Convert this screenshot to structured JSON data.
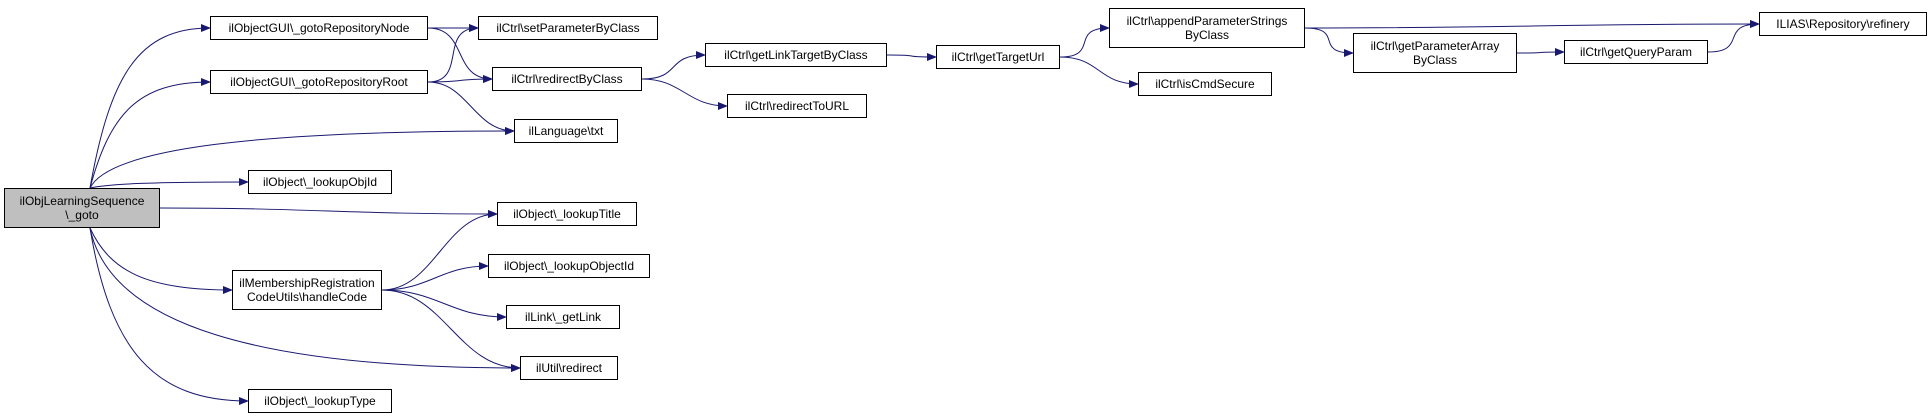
{
  "colors": {
    "edge": "#191970",
    "node_border": "#000000",
    "node_fill": "#ffffff",
    "root_fill": "#bfbfbf"
  },
  "nodes": [
    {
      "id": "goto",
      "label": "ilObjLearningSequence\n\\_goto",
      "root": true
    },
    {
      "id": "gotoRepoNode",
      "label": "ilObjectGUI\\_gotoRepositoryNode"
    },
    {
      "id": "gotoRepoRoot",
      "label": "ilObjectGUI\\_gotoRepositoryRoot"
    },
    {
      "id": "langTxt",
      "label": "ilLanguage\\txt"
    },
    {
      "id": "lookupObjId",
      "label": "ilObject\\_lookupObjId"
    },
    {
      "id": "lookupTitle",
      "label": "ilObject\\_lookupTitle"
    },
    {
      "id": "handleCode",
      "label": "ilMembershipRegistration\nCodeUtils\\handleCode"
    },
    {
      "id": "utilRedirect",
      "label": "ilUtil\\redirect"
    },
    {
      "id": "lookupType",
      "label": "ilObject\\_lookupType"
    },
    {
      "id": "setParam",
      "label": "ilCtrl\\setParameterByClass"
    },
    {
      "id": "redirectByClass",
      "label": "ilCtrl\\redirectByClass"
    },
    {
      "id": "lookupObjectId",
      "label": "ilObject\\_lookupObjectId"
    },
    {
      "id": "getLink",
      "label": "ilLink\\_getLink"
    },
    {
      "id": "getLinkTarget",
      "label": "ilCtrl\\getLinkTargetByClass"
    },
    {
      "id": "redirectToURL",
      "label": "ilCtrl\\redirectToURL"
    },
    {
      "id": "getTargetUrl",
      "label": "ilCtrl\\getTargetUrl"
    },
    {
      "id": "appendParam",
      "label": "ilCtrl\\appendParameterStrings\nByClass"
    },
    {
      "id": "isCmdSecure",
      "label": "ilCtrl\\isCmdSecure"
    },
    {
      "id": "getParamArray",
      "label": "ilCtrl\\getParameterArray\nByClass"
    },
    {
      "id": "getQueryParam",
      "label": "ilCtrl\\getQueryParam"
    },
    {
      "id": "refinery",
      "label": "ILIAS\\Repository\\refinery"
    }
  ],
  "edges": [
    [
      "goto",
      "gotoRepoNode"
    ],
    [
      "goto",
      "gotoRepoRoot"
    ],
    [
      "goto",
      "langTxt"
    ],
    [
      "goto",
      "lookupObjId"
    ],
    [
      "goto",
      "lookupTitle"
    ],
    [
      "goto",
      "handleCode"
    ],
    [
      "goto",
      "utilRedirect"
    ],
    [
      "goto",
      "lookupType"
    ],
    [
      "gotoRepoNode",
      "setParam"
    ],
    [
      "gotoRepoNode",
      "redirectByClass"
    ],
    [
      "gotoRepoRoot",
      "setParam"
    ],
    [
      "gotoRepoRoot",
      "redirectByClass"
    ],
    [
      "gotoRepoRoot",
      "langTxt"
    ],
    [
      "redirectByClass",
      "getLinkTarget"
    ],
    [
      "redirectByClass",
      "redirectToURL"
    ],
    [
      "getLinkTarget",
      "getTargetUrl"
    ],
    [
      "getTargetUrl",
      "appendParam"
    ],
    [
      "getTargetUrl",
      "isCmdSecure"
    ],
    [
      "appendParam",
      "refinery"
    ],
    [
      "appendParam",
      "getParamArray"
    ],
    [
      "getParamArray",
      "getQueryParam"
    ],
    [
      "getQueryParam",
      "refinery"
    ],
    [
      "handleCode",
      "lookupTitle"
    ],
    [
      "handleCode",
      "lookupObjectId"
    ],
    [
      "handleCode",
      "getLink"
    ],
    [
      "handleCode",
      "utilRedirect"
    ]
  ]
}
